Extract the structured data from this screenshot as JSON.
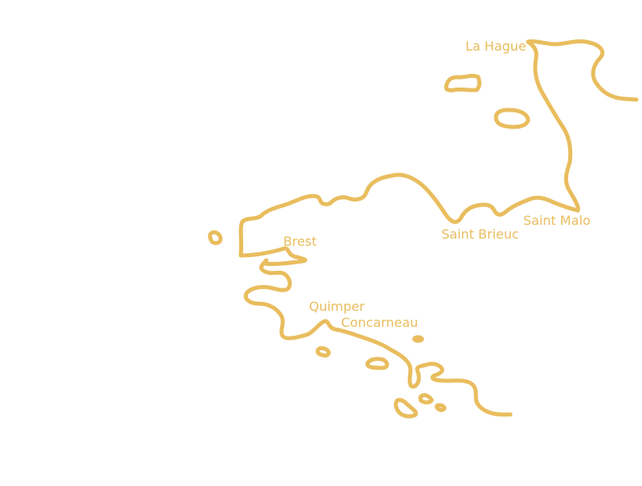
{
  "map": {
    "stroke_color": "#e9bd5e",
    "label_color": "#e9bd5e",
    "background": "#ffffff"
  },
  "cities": {
    "la_hague": "La Hague",
    "saint_malo": "Saint Malo",
    "saint_brieuc": "Saint Brieuc",
    "brest": "Brest",
    "quimper": "Quimper",
    "concarneau": "Concarneau"
  }
}
